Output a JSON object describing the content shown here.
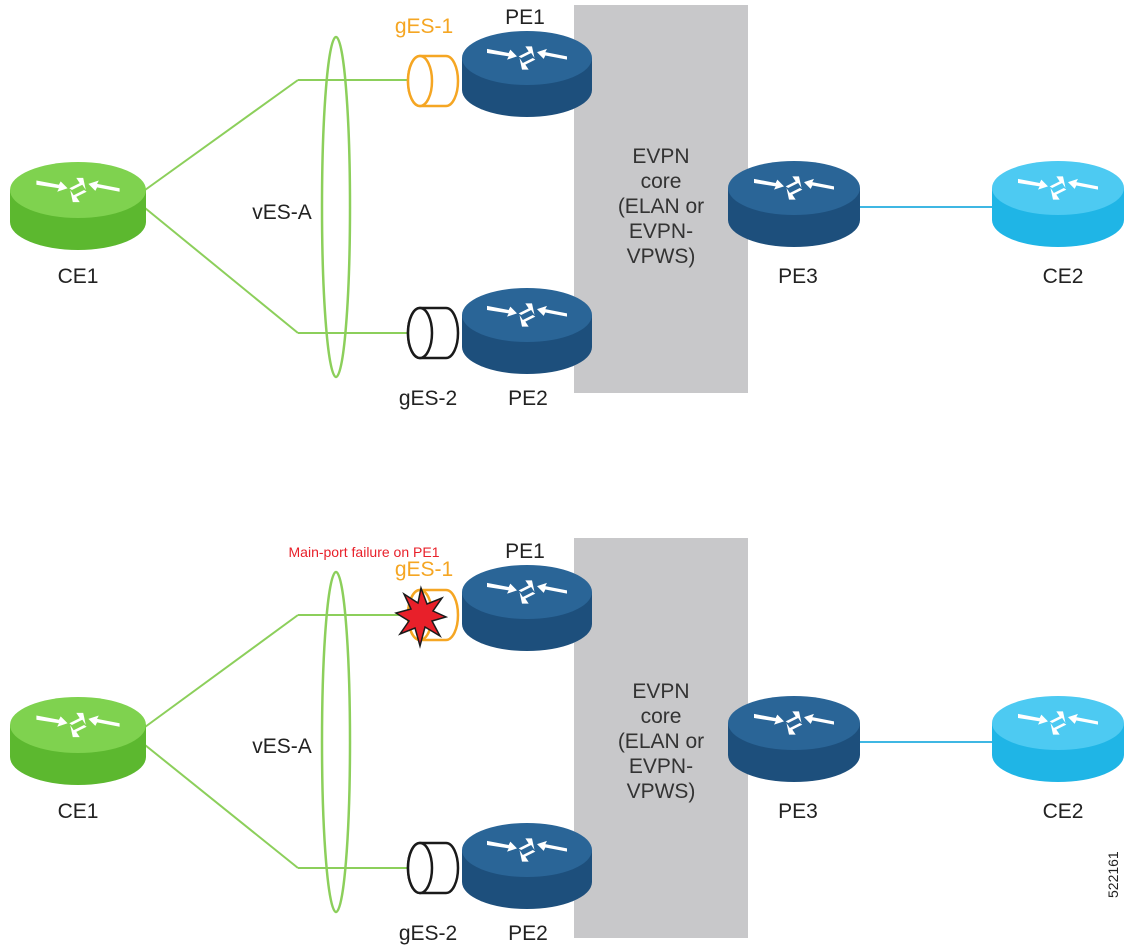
{
  "colors": {
    "ce1": "#5cb82f",
    "ce1_top": "#7fd24f",
    "pe": "#1d4f7c",
    "pe_top": "#2a6597",
    "ce2": "#1fb5e6",
    "ce2_top": "#4dcaf2",
    "link_green": "#8ccf5b",
    "link_blue": "#3fb7e3",
    "core": "#c8c8ca",
    "ges1": "#f5a623",
    "ges2": "#1a1a1a",
    "failure": "#e8202a"
  },
  "icons": {
    "router": "router-icon",
    "segment": "ethernet-segment-icon",
    "failure": "failure-burst-icon"
  },
  "top": {
    "ce1": "CE1",
    "pe1": "PE1",
    "pe2": "PE2",
    "pe3": "PE3",
    "ce2": "CE2",
    "ges1": "gES-1",
    "ges2": "gES-2",
    "ves": "vES-A",
    "core_lines": [
      "EVPN",
      "core",
      "(ELAN or",
      "EVPN-",
      "VPWS)"
    ]
  },
  "bottom": {
    "ce1": "CE1",
    "pe1": "PE1",
    "pe2": "PE2",
    "pe3": "PE3",
    "ce2": "CE2",
    "ges1": "gES-1",
    "ges2": "gES-2",
    "ves": "vES-A",
    "failure_label": "Main-port failure on PE1",
    "core_lines": [
      "EVPN",
      "core",
      "(ELAN or",
      "EVPN-",
      "VPWS)"
    ]
  },
  "figure_id": "522161"
}
